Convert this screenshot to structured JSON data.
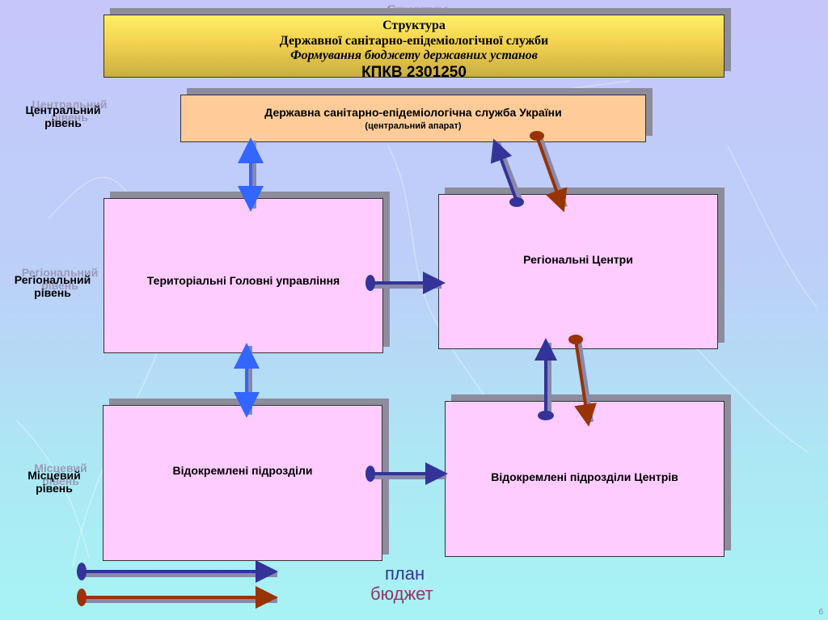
{
  "title": {
    "ghost": "Структура",
    "line1": "Структура",
    "line2": "Державної санітарно-епідеміологічної служби",
    "line3": "Формування бюджету державних установ",
    "line4": "КПКВ 2301250"
  },
  "levels": {
    "central": "Центральний рівень",
    "regional": "Регіональний рівень",
    "local": "Місцевий рівень"
  },
  "boxes": {
    "central_line1": "Державна санітарно-епідеміологічна служба України",
    "central_line2": "(центральний апарат)",
    "territorial": "Територіальні Головні управління",
    "regional_centers": "Регіональні Центри",
    "separate_units": "Відокремлені підрозділи",
    "separate_units_centers": "Відокремлені підрозділи  Центрів"
  },
  "legend": {
    "plan": "план",
    "budget": "бюджет"
  },
  "colors": {
    "plan": "#333399",
    "budget": "#993300",
    "plan_text": "#333399",
    "budget_text": "#993366",
    "bidirectional": "#3366ff"
  },
  "page_number": "6"
}
